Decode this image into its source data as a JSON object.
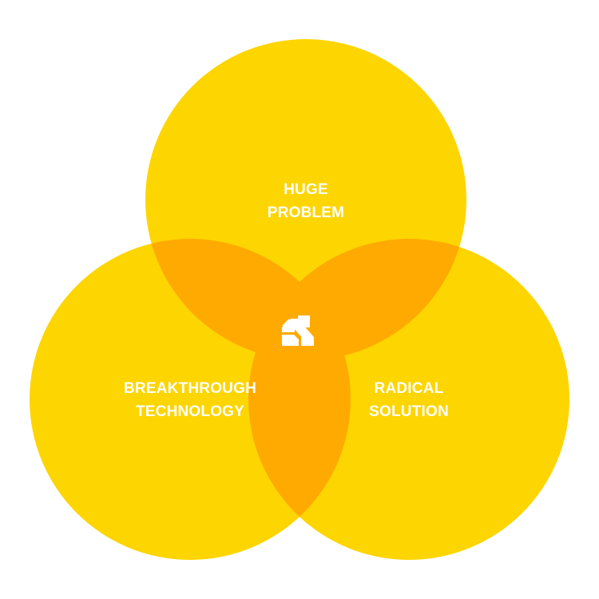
{
  "diagram": {
    "type": "venn",
    "circle_color": "#FDD500",
    "overlap_color": "#FFAA00",
    "label_color": "#FFFFFF",
    "circles": [
      {
        "id": "huge-problem",
        "label_lines": [
          "HUGE",
          "PROBLEM"
        ]
      },
      {
        "id": "breakthrough-technology",
        "label_lines": [
          "BREAKTHROUGH",
          "TECHNOLOGY"
        ]
      },
      {
        "id": "radical-solution",
        "label_lines": [
          "RADICAL",
          "SOLUTION"
        ]
      }
    ],
    "center_logo": {
      "icon": "x-logo-icon",
      "color": "#FFFFFF"
    }
  }
}
